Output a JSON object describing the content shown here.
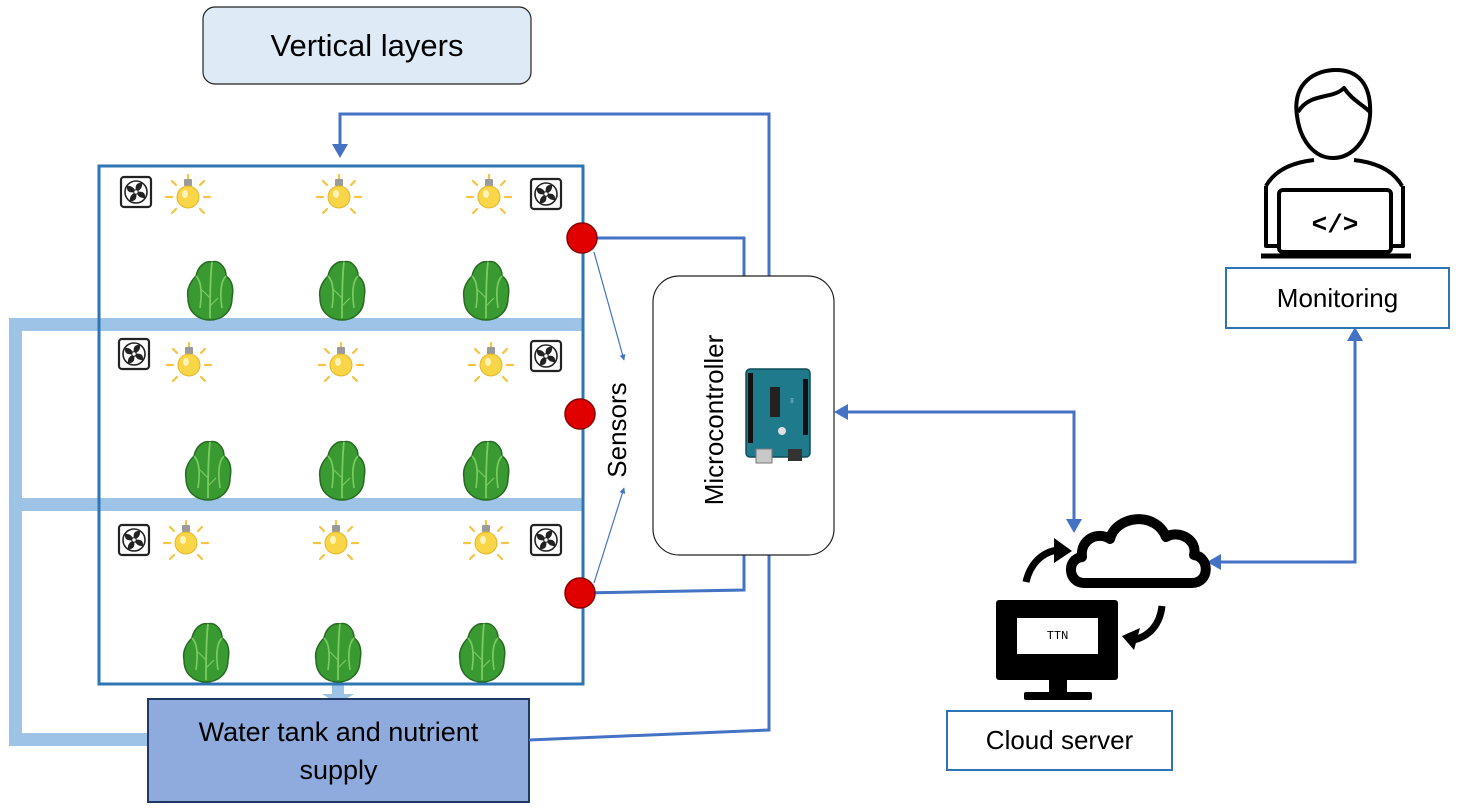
{
  "title": "Vertical layers",
  "sensors_label": "Sensors",
  "microcontroller_label": "Microcontroller",
  "tank_label": "Water tank and nutrient supply",
  "monitoring_label": "Monitoring",
  "cloud_label": "Cloud server",
  "ttn_label": "TTN",
  "colors": {
    "connector": "#4472C4",
    "frame": "#2E75B6",
    "pipe": "#9DC3E6",
    "title_fill": "#DEEBF7",
    "tank_fill": "#8FAADC",
    "tank_border": "#1F3864",
    "sensor": "#E00000",
    "leaf": "#3A9A32",
    "bulb": "#F9D548",
    "board": "#1F7A8C"
  },
  "icons": [
    "fan-icon",
    "light-bulb-icon",
    "lettuce-icon",
    "sensor-dot",
    "arduino-board-icon",
    "cloud-icon",
    "monitor-icon",
    "cycle-arrow-icon",
    "developer-icon"
  ]
}
